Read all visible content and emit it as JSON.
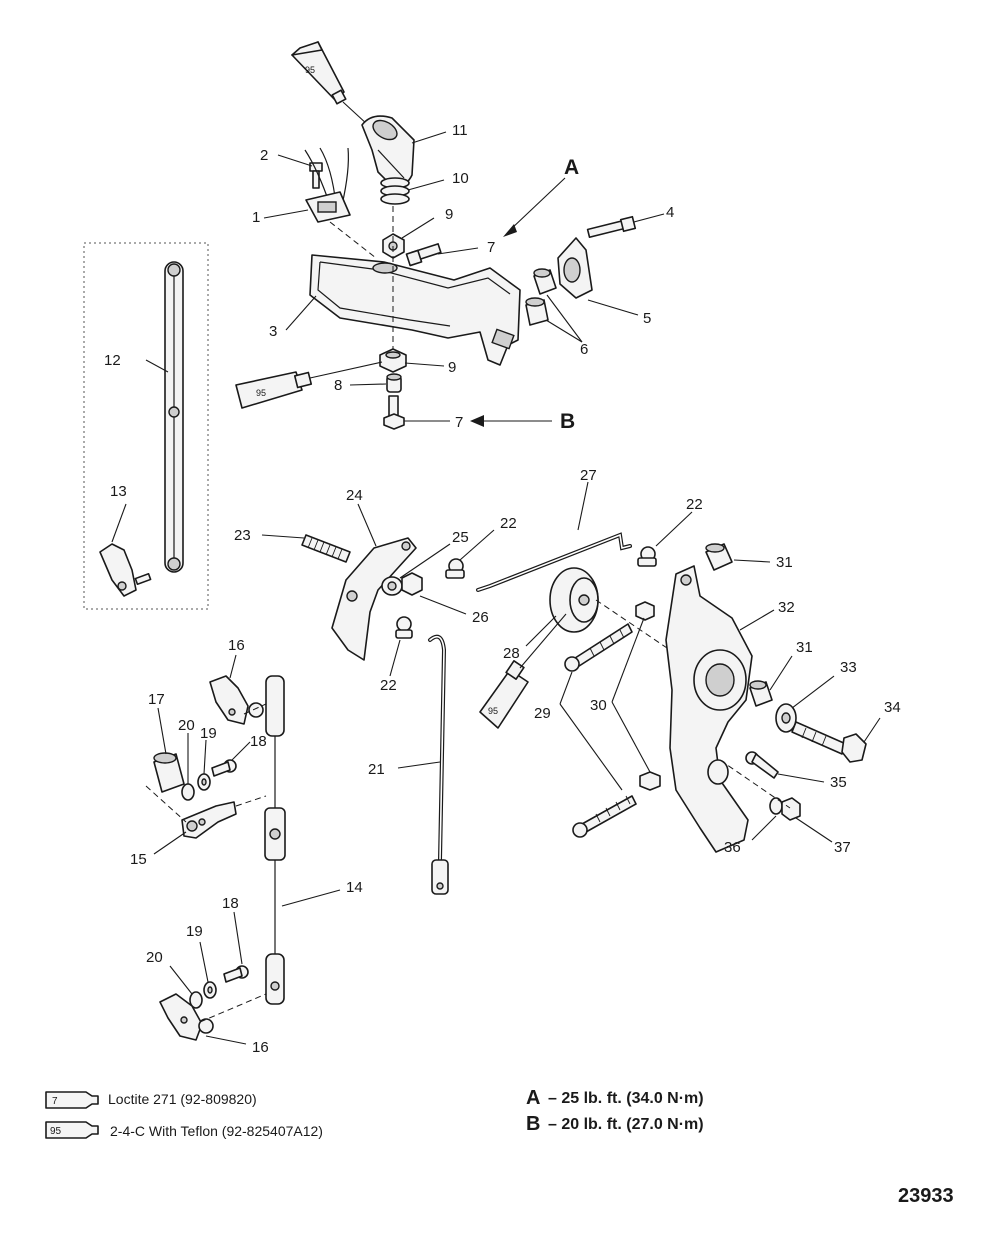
{
  "callouts": {
    "n1": "1",
    "n2": "2",
    "n3": "3",
    "n4": "4",
    "n5": "5",
    "n6": "6",
    "n7a": "7",
    "n7b": "7",
    "n8": "8",
    "n9a": "9",
    "n9b": "9",
    "n10": "10",
    "n11": "11",
    "n12": "12",
    "n13": "13",
    "n14": "14",
    "n15": "15",
    "n16a": "16",
    "n16b": "16",
    "n17": "17",
    "n18a": "18",
    "n18b": "18",
    "n19a": "19",
    "n19b": "19",
    "n20a": "20",
    "n20b": "20",
    "n21": "21",
    "n22a": "22",
    "n22b": "22",
    "n22c": "22",
    "n23": "23",
    "n24": "24",
    "n25": "25",
    "n26": "26",
    "n27": "27",
    "n28": "28",
    "n29": "29",
    "n30": "30",
    "n31a": "31",
    "n31b": "31",
    "n32": "32",
    "n33": "33",
    "n34": "34",
    "n35": "35",
    "n36": "36",
    "n37": "37"
  },
  "torque_markers": {
    "a": "A",
    "b": "B"
  },
  "tube_labels": {
    "t1": "95",
    "t2": "95",
    "t3": "95"
  },
  "legend": [
    {
      "symbol": "7",
      "text": "Loctite 271 (92-809820)"
    },
    {
      "symbol": "95",
      "text": "2-4-C  With Teflon (92-825407A12)"
    }
  ],
  "torque_specs": [
    {
      "letter": "A",
      "text": "– 25 lb. ft. (34.0 N·m)"
    },
    {
      "letter": "B",
      "text": "– 20 lb. ft. (27.0 N·m)"
    }
  ],
  "figure_number": "23933"
}
